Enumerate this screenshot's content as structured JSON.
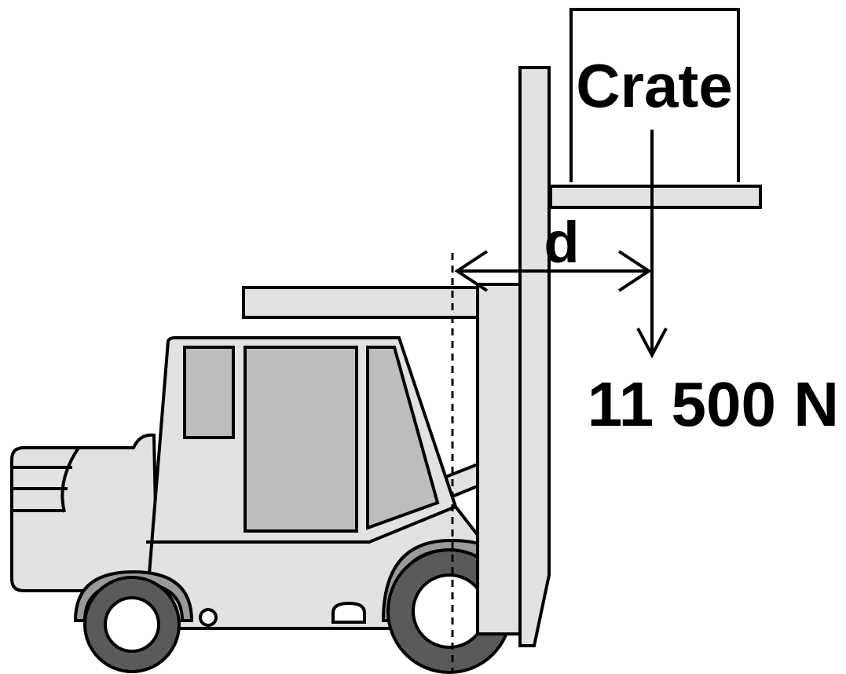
{
  "diagram": {
    "crate_label": "Crate",
    "distance_label": "d",
    "force_label": "11 500 N"
  },
  "colors": {
    "outline": "#000000",
    "body_fill": "#e2e2e2",
    "window_fill": "#bdbdbd",
    "tire_fill": "#5a5a5a",
    "hub_fill": "#ffffff",
    "fender_fill": "#9a9a9a",
    "background": "#ffffff"
  }
}
